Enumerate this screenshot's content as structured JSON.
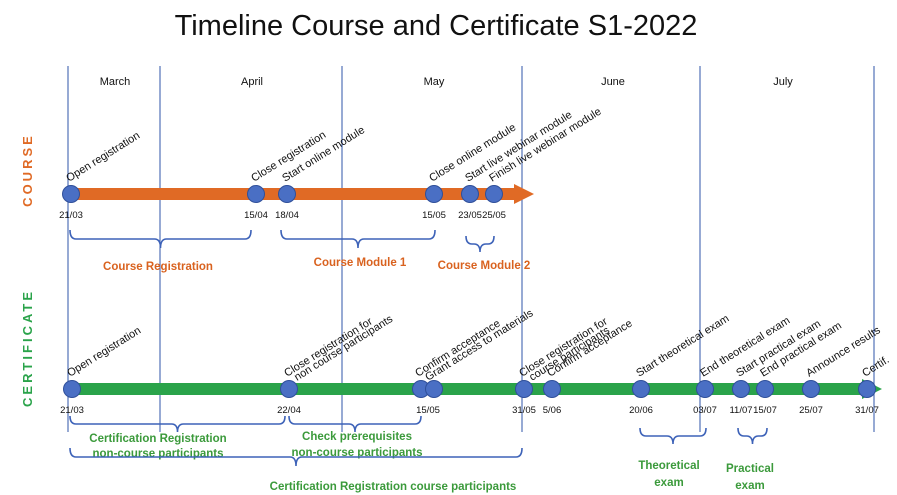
{
  "title": "Timeline Course and Certificate S1-2022",
  "colors": {
    "course": "#e06a25",
    "certificate": "#2aa34a",
    "marker": "#4a6fc4",
    "marker_stroke": "#2f4f9a",
    "divider": "#2f55a8",
    "bracket": "#3d62b8",
    "course_group_label": "#d9621f",
    "cert_group_label": "#3b9a3b"
  },
  "months": [
    "March",
    "April",
    "May",
    "June",
    "July"
  ],
  "course": {
    "label": "COURSE",
    "events": [
      {
        "label": "Open registration",
        "date": "21/03"
      },
      {
        "label": "Close registration",
        "date": "15/04"
      },
      {
        "label": "Start online module",
        "date": "18/04"
      },
      {
        "label": "Close online module",
        "date": "15/05"
      },
      {
        "label": "Start live webinar module",
        "date": "23/05"
      },
      {
        "label": "Finish live webinar module",
        "date": "25/05"
      }
    ],
    "groups": [
      {
        "label": "Course Registration"
      },
      {
        "label": "Course Module 1"
      },
      {
        "label": "Course Module 2"
      }
    ]
  },
  "certificate": {
    "label": "CERTIFICATE",
    "events": [
      {
        "label": "Open registration",
        "date": "21/03"
      },
      {
        "label": "Close registration for",
        "label2": "non course participants",
        "date": "22/04"
      },
      {
        "label": "Confirm acceptance",
        "label2": "Grant access to materials",
        "date": "15/05"
      },
      {
        "label": "Close registration for",
        "label2": "course participants",
        "date": "31/05"
      },
      {
        "label": "Confirm acceptance",
        "date": "5/06"
      },
      {
        "label": "Start theoretical exam",
        "date": "20/06"
      },
      {
        "label": "End theoretical exam",
        "date": "03/07"
      },
      {
        "label": "Start practical exam",
        "date": "11/07"
      },
      {
        "label": "End practical exam",
        "date": "15/07"
      },
      {
        "label": "Announce results",
        "date": "25/07"
      },
      {
        "label": "Certif.",
        "date": "31/07"
      }
    ],
    "groups": [
      {
        "label": "Certification Registration",
        "label2": "non-course participants"
      },
      {
        "label": "Check prerequisites",
        "label2": "non-course participants"
      },
      {
        "label": "Certification Registration course participants"
      },
      {
        "label": "Theoretical",
        "label2": "exam"
      },
      {
        "label": "Practical",
        "label2": "exam"
      }
    ]
  }
}
